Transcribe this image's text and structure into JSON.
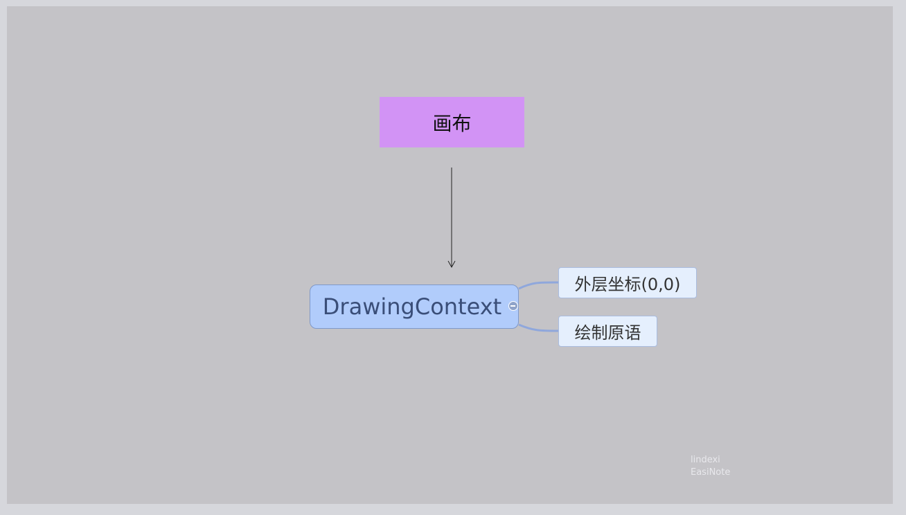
{
  "diagram": {
    "top_node": {
      "label": "画布",
      "color": "#d293f5"
    },
    "central_node": {
      "label": "DrawingContext",
      "color": "#b1ccfb"
    },
    "child_nodes": [
      {
        "label": "外层坐标(0,0)"
      },
      {
        "label": "绘制原语"
      }
    ],
    "arrow": {
      "from": "top_node",
      "to": "central_node",
      "direction": "down"
    },
    "collapse_icon": "minus-circle-icon"
  },
  "watermark": {
    "line1": "lindexi",
    "line2": "EasiNote"
  },
  "colors": {
    "canvas_background": "#c4c3c7",
    "page_background": "#d6d7dc",
    "connector": "#8fa7dc"
  }
}
